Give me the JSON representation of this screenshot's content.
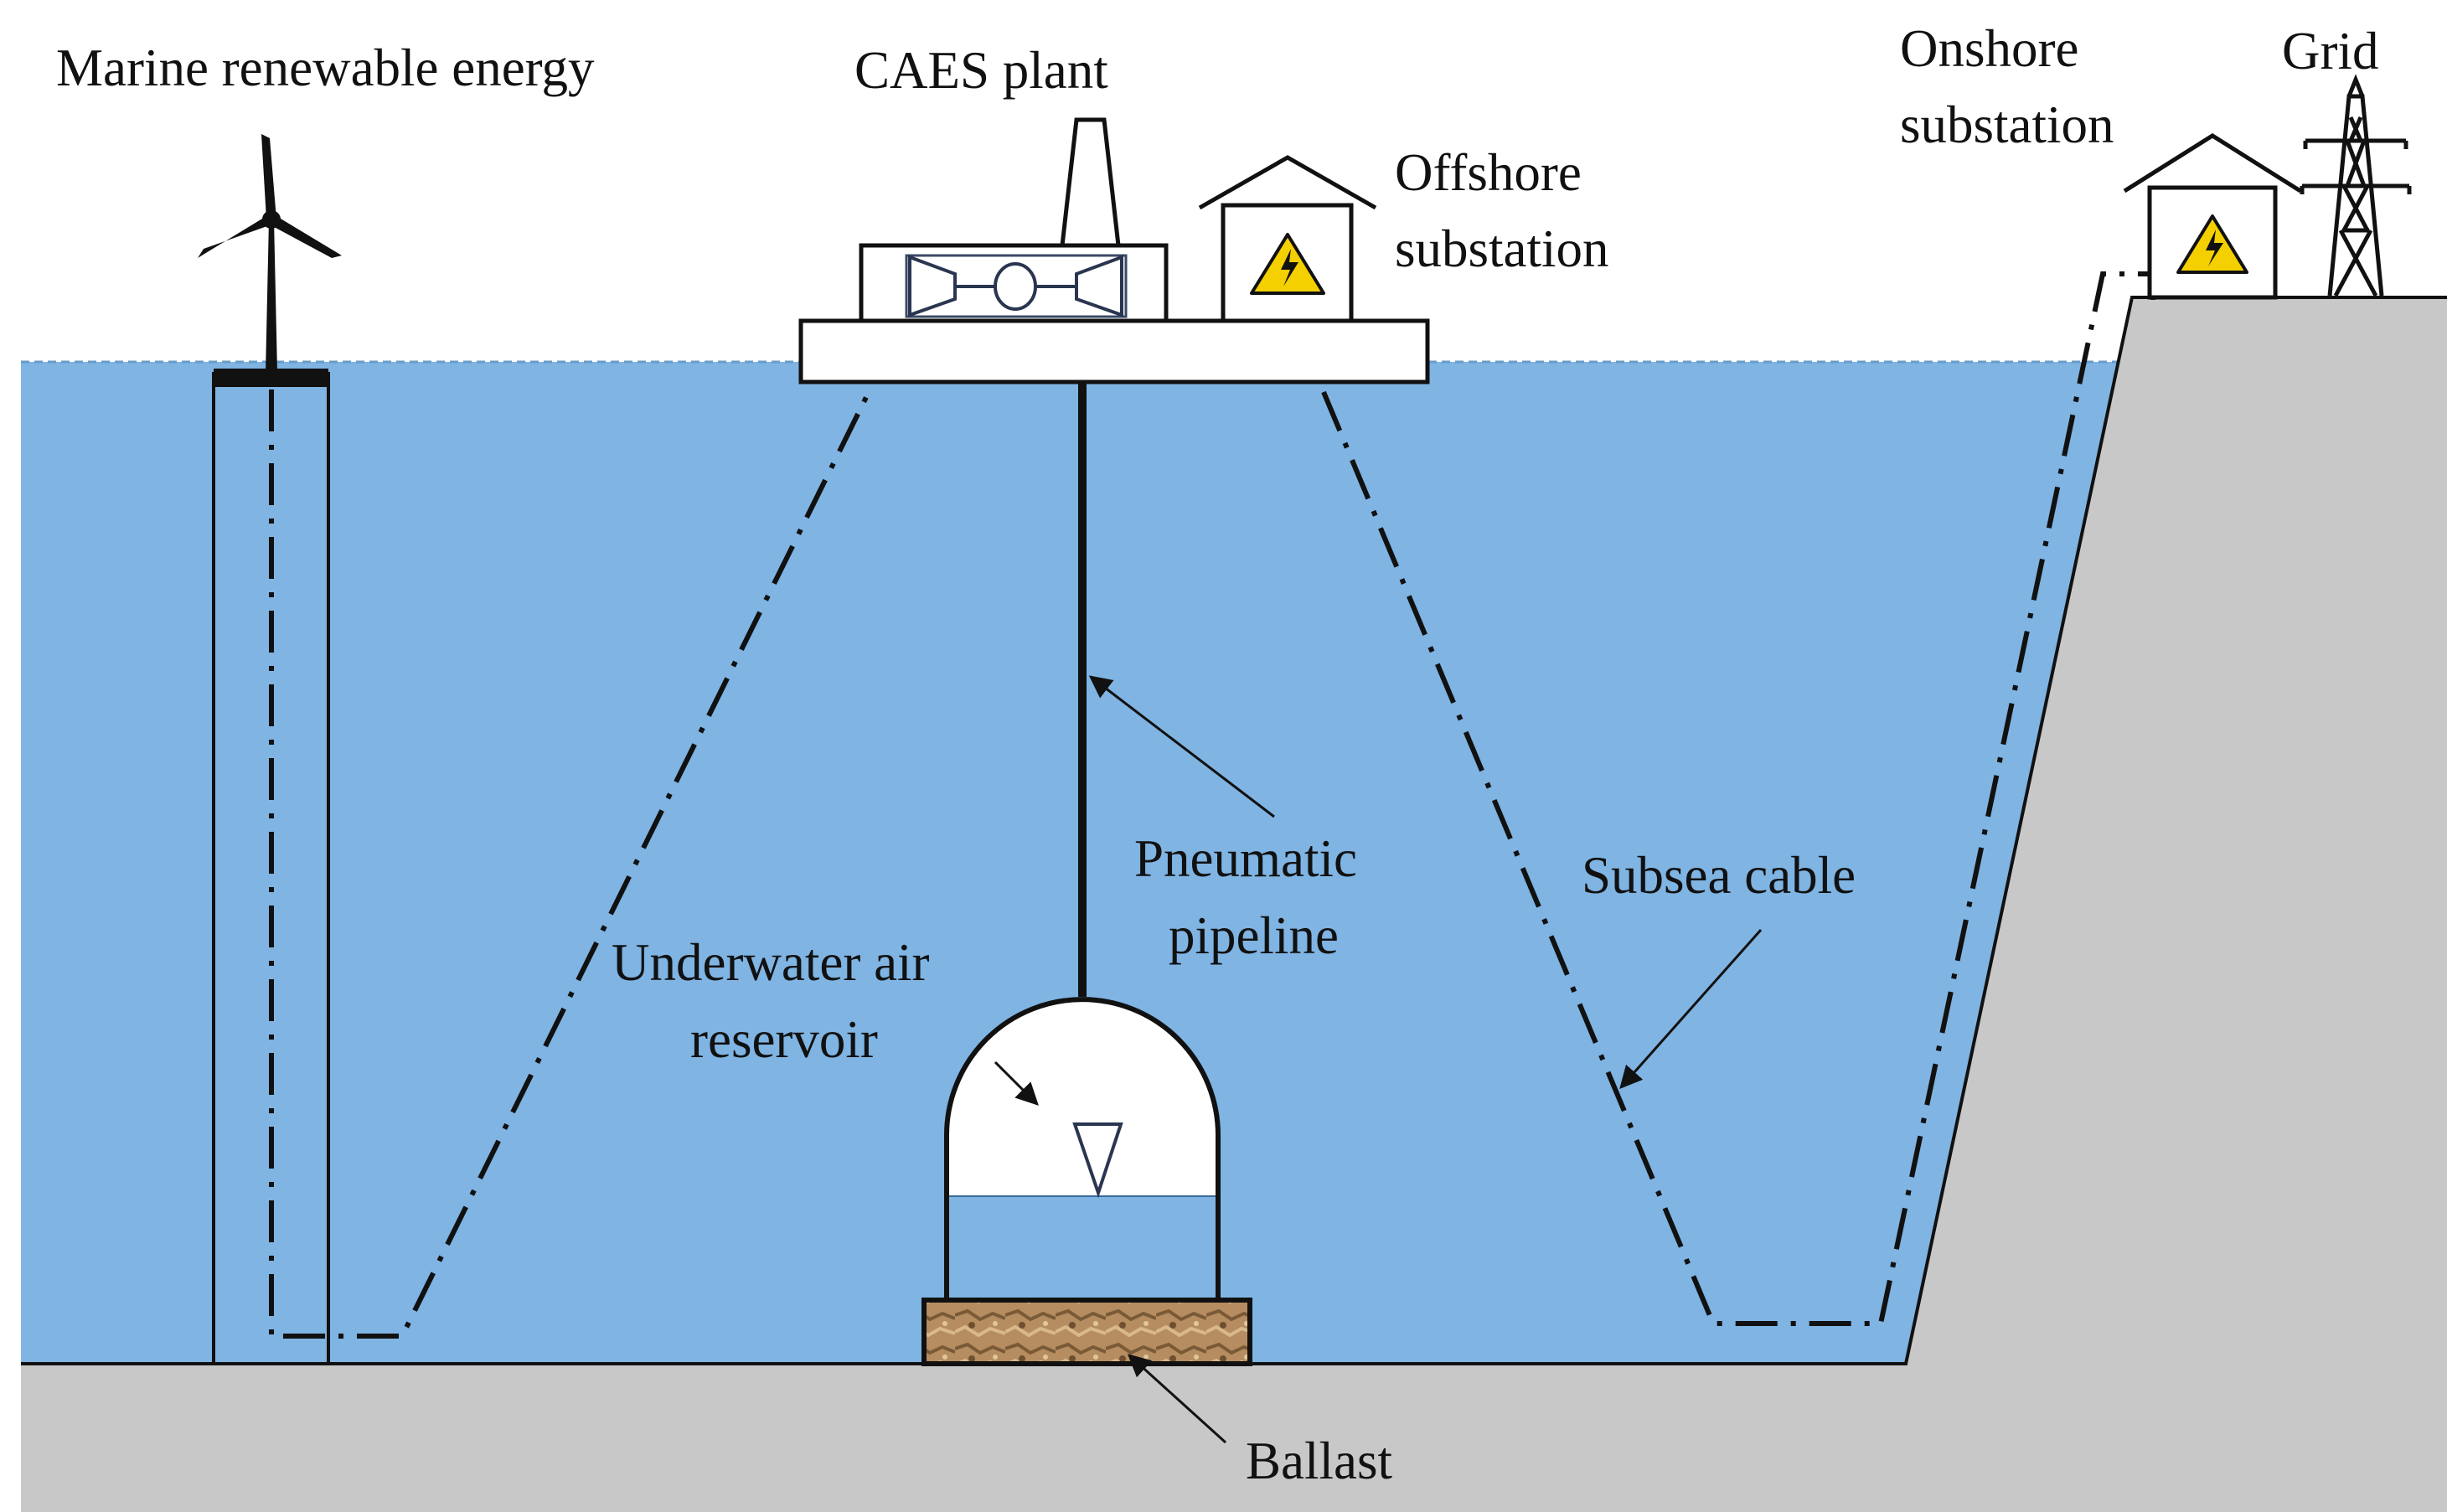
{
  "labels": {
    "marine_energy": "Marine renewable energy",
    "caes_plant": "CAES plant",
    "offshore_substation_line1": "Offshore",
    "offshore_substation_line2": "substation",
    "onshore_substation_line1": "Onshore",
    "onshore_substation_line2": "substation",
    "grid": "Grid",
    "pneumatic_pipeline_line1": "Pneumatic",
    "pneumatic_pipeline_line2": "pipeline",
    "subsea_cable": "Subsea cable",
    "air_reservoir_line1": "Underwater air",
    "air_reservoir_line2": "reservoir",
    "ballast": "Ballast"
  },
  "colors": {
    "sea": "#7fb4e3",
    "seabed": "#c8c8c8",
    "ink": "#111111",
    "warning_sign": "#f5d000",
    "ballast": "#b08a5e"
  }
}
